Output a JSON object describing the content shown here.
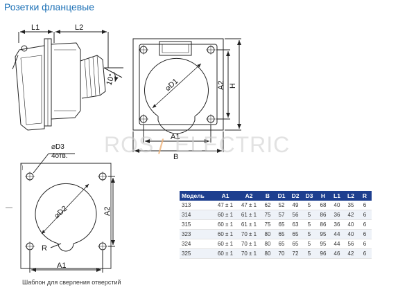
{
  "page_title": "Розетки фланцевые",
  "caption": "Шаблон для сверления отверстий",
  "watermark": {
    "left": "ROS",
    "slash": "/",
    "right": "ELECTRIC"
  },
  "labels": {
    "side_l1": "L1",
    "side_l2": "L2",
    "side_angle": "10°",
    "front_a1": "A1",
    "front_b": "B",
    "front_a2": "A2",
    "front_h": "H",
    "front_d1": "⌀D1",
    "tpl_d3": "⌀D3",
    "tpl_holes": "4отв.",
    "tpl_d2": "⌀D2",
    "tpl_a2": "A2",
    "tpl_a1": "A1",
    "tpl_r": "R"
  },
  "table": {
    "columns": [
      "Модель",
      "A1",
      "A2",
      "B",
      "D1",
      "D2",
      "D3",
      "H",
      "L1",
      "L2",
      "R"
    ],
    "rows": [
      [
        "313",
        "47 ± 1",
        "47 ± 1",
        "62",
        "52",
        "49",
        "5",
        "68",
        "40",
        "35",
        "6"
      ],
      [
        "314",
        "60 ± 1",
        "61 ± 1",
        "75",
        "57",
        "56",
        "5",
        "86",
        "36",
        "42",
        "6"
      ],
      [
        "315",
        "60 ± 1",
        "61 ± 1",
        "75",
        "65",
        "63",
        "5",
        "86",
        "36",
        "40",
        "6"
      ],
      [
        "323",
        "60 ± 1",
        "70 ± 1",
        "80",
        "65",
        "65",
        "5",
        "95",
        "44",
        "40",
        "6"
      ],
      [
        "324",
        "60 ± 1",
        "70 ± 1",
        "80",
        "65",
        "65",
        "5",
        "95",
        "44",
        "56",
        "6"
      ],
      [
        "325",
        "60 ± 1",
        "70 ± 1",
        "80",
        "70",
        "72",
        "5",
        "96",
        "46",
        "42",
        "6"
      ]
    ]
  },
  "colors": {
    "title": "#1a6fb5",
    "table_header": "#1e3f8f",
    "row_alt": "#eef2f8",
    "line": "#222222"
  }
}
